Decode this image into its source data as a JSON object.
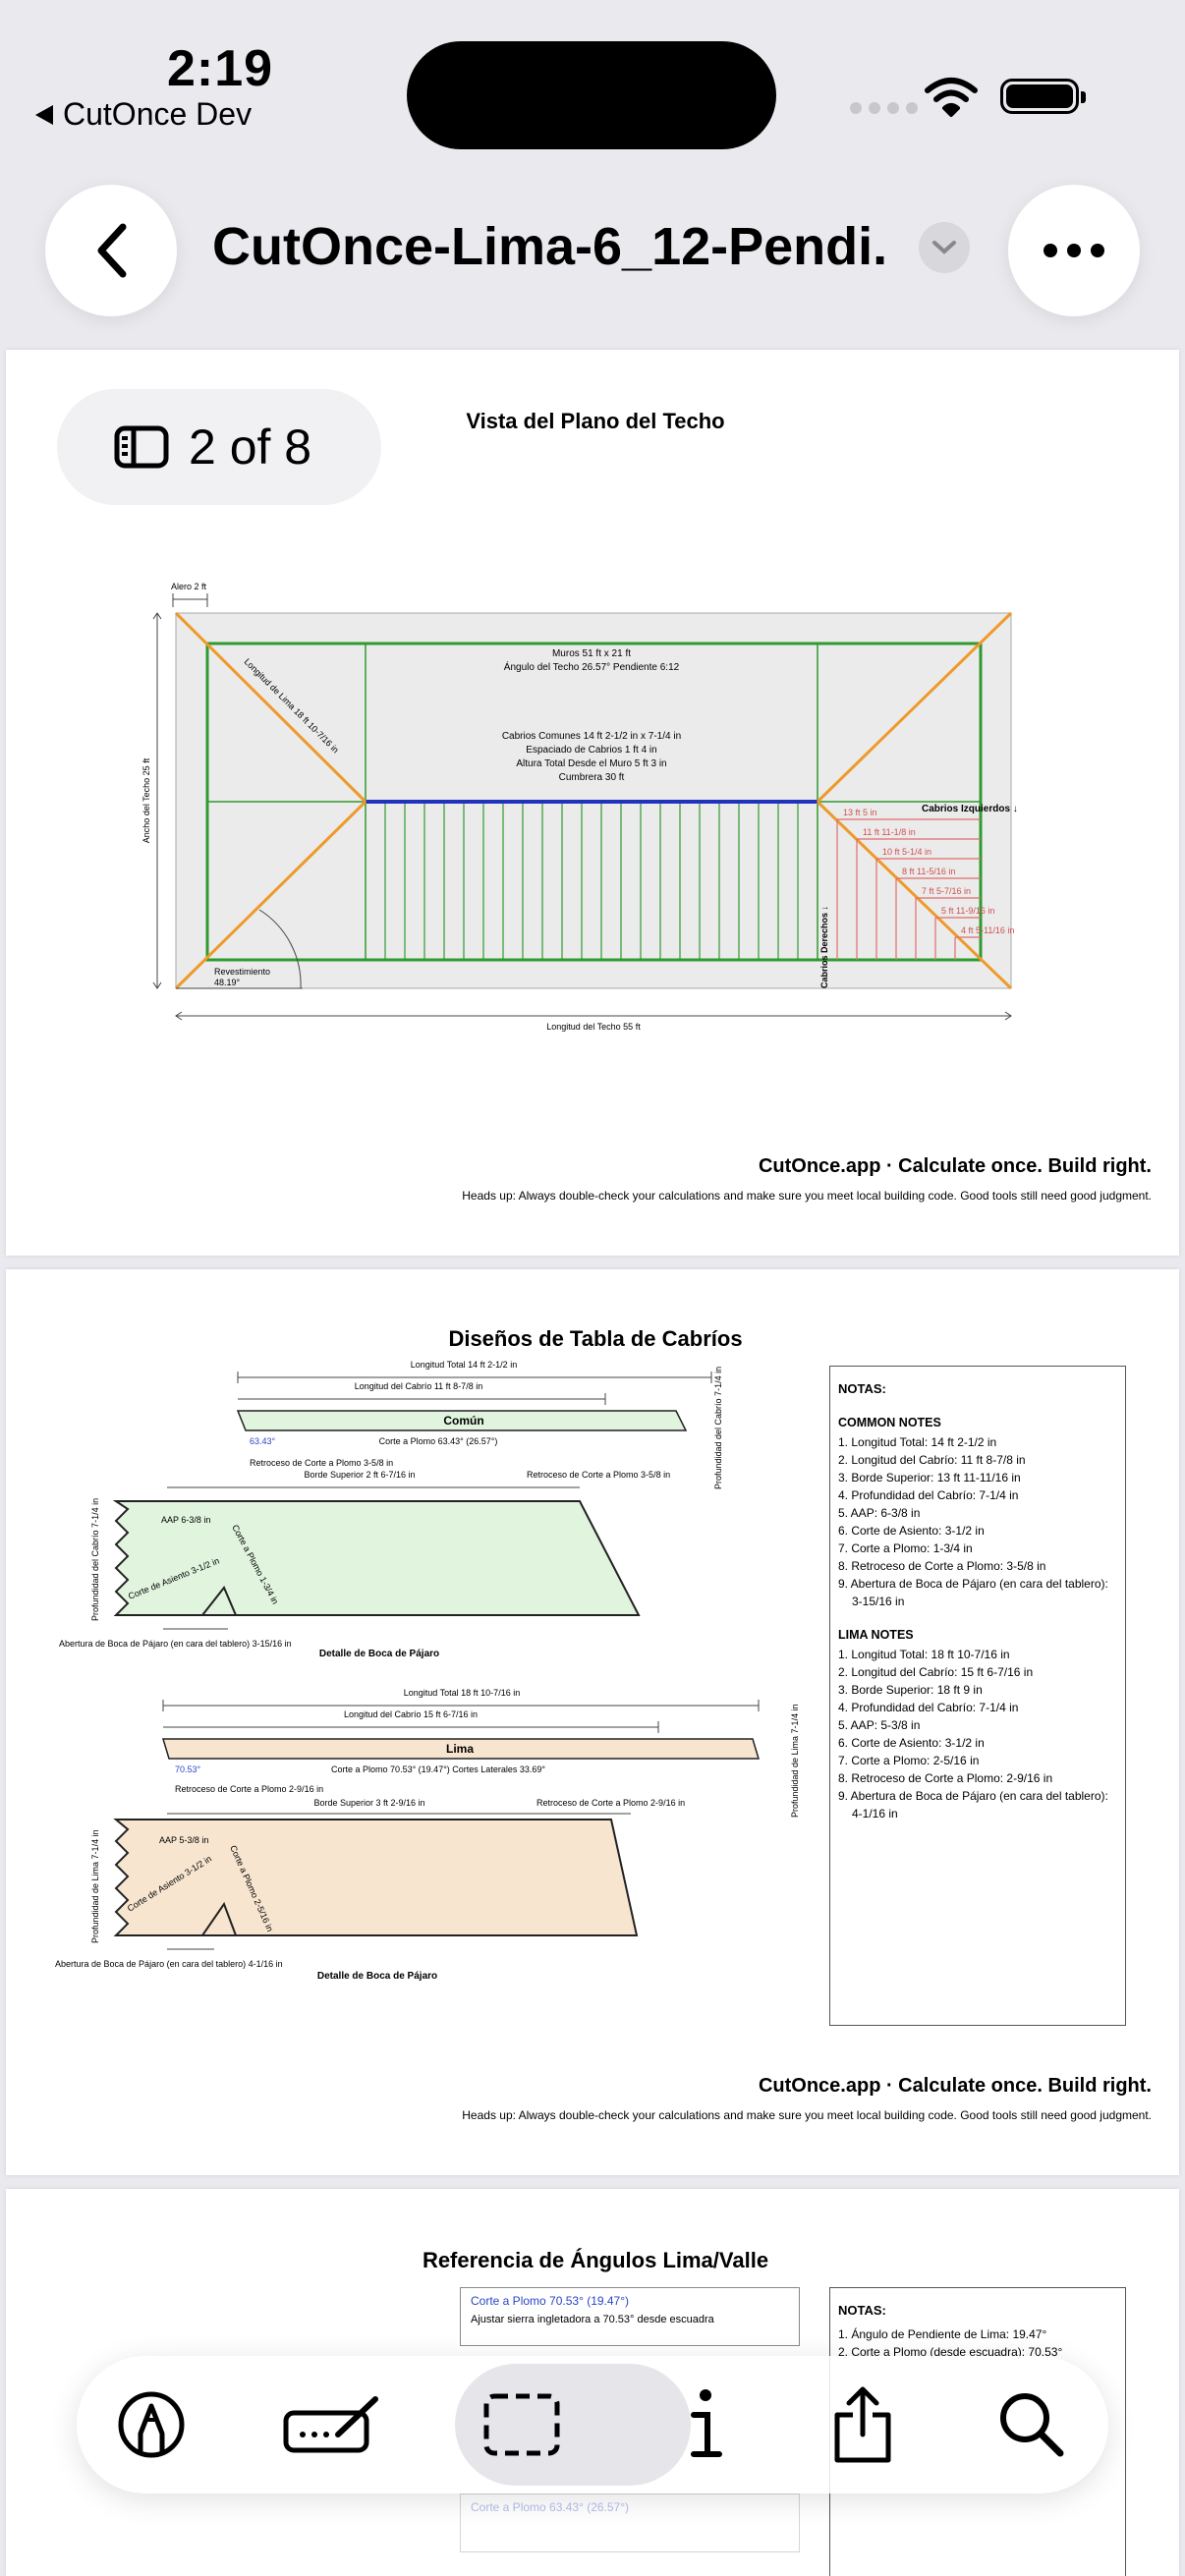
{
  "status": {
    "time": "2:19",
    "back_app": "CutOnce Dev"
  },
  "nav": {
    "title": "CutOnce-Lima-6_12-Pendi..."
  },
  "page_indicator": "2 of 8",
  "page1": {
    "title": "Vista del Plano del Techo",
    "alero": "Alero 2 ft",
    "ancho": "Ancho del Techo 25 ft",
    "longitud": "Longitud del Techo 55 ft",
    "lima_len": "Longitud de Lima 18 ft 10-7/16 in",
    "muros": "Muros 51 ft x 21 ft",
    "angulo": "Ángulo del Techo 26.57°  Pendiente 6:12",
    "cabrios_comunes": "Cabrios Comunes 14 ft 2-1/2 in x 7-1/4 in",
    "espaciado": "Espaciado de Cabrios 1 ft 4 in",
    "altura": "Altura Total Desde el Muro 5 ft 3 in",
    "cumbrera": "Cumbrera 30 ft",
    "revestimiento": "Revestimiento",
    "rev_angle": "48.19°",
    "cabrios_izq": "Cabrios Izquierdos ↓",
    "cabrios_der": "Cabrios Derechos ↓",
    "jack_labels": [
      "13 ft 5 in",
      "11 ft 11-1/8 in",
      "10 ft 5-1/4 in",
      "8 ft 11-5/16 in",
      "7 ft 5-7/16 in",
      "5 ft 11-9/16 in",
      "4 ft 5-11/16 in"
    ]
  },
  "footer": {
    "brand": "CutOnce.app · Calculate once. Build right.",
    "disclaimer": "Heads up: Always double-check your calculations and make sure you meet local building code. Good tools still need good judgment."
  },
  "page2": {
    "title": "Diseños de Tabla de Cabríos",
    "common": {
      "total": "Longitud Total 14 ft 2-1/2 in",
      "rafter": "Longitud del Cabrío 11 ft 8-7/8 in",
      "label": "Común",
      "plumb_angle": "63.43°",
      "plumb": "Corte a Plomo 63.43° (26.57°)",
      "depth": "Profundidad del Cabrío 7-1/4 in",
      "setback": "Retroceso de Corte a Plomo 3-5/8 in",
      "top_edge": "Borde Superior 2 ft 6-7/16 in",
      "setback2": "Retroceso de Corte a Plomo 3-5/8 in",
      "aap": "AAP 6-3/8 in",
      "seat": "Corte de Asiento 3-1/2 in",
      "plumb_cut": "Corte a Plomo 1-3/4 in",
      "depth2": "Profundidad del Cabrío 7-1/4 in",
      "birdsmouth": "Abertura de Boca de Pájaro (en cara del tablero) 3-15/16 in",
      "detail": "Detalle de Boca de Pájaro"
    },
    "hip": {
      "total": "Longitud Total 18 ft 10-7/16 in",
      "rafter": "Longitud del Cabrío 15 ft 6-7/16 in",
      "label": "Lima",
      "plumb_angle": "70.53°",
      "plumb": "Corte a Plomo 70.53° (19.47°) Cortes Laterales 33.69°",
      "depth": "Profundidad de Lima 7-1/4 in",
      "setback": "Retroceso de Corte a Plomo 2-9/16 in",
      "top_edge": "Borde Superior 3 ft 2-9/16 in",
      "setback2": "Retroceso de Corte a Plomo 2-9/16 in",
      "aap": "AAP 5-3/8 in",
      "seat": "Corte de Asiento 3-1/2 in",
      "plumb_cut": "Corte a Plomo 2-5/16 in",
      "depth2": "Profundidad de Lima 7-1/4 in",
      "birdsmouth": "Abertura de Boca de Pájaro (en cara del tablero) 4-1/16 in",
      "detail": "Detalle de Boca de Pájaro"
    },
    "notes": {
      "heading": "NOTAS:",
      "common_heading": "COMMON NOTES",
      "common_items": [
        "1. Longitud Total: 14 ft 2-1/2 in",
        "2. Longitud del Cabrío: 11 ft 8-7/8 in",
        "3. Borde Superior: 13 ft 11-11/16 in",
        "4. Profundidad del Cabrío: 7-1/4 in",
        "5. AAP: 6-3/8 in",
        "6. Corte de Asiento: 3-1/2 in",
        "7. Corte a Plomo: 1-3/4 in",
        "8. Retroceso de Corte a Plomo: 3-5/8 in",
        "9. Abertura de Boca de Pájaro (en cara del tablero): 3-15/16 in"
      ],
      "lima_heading": "LIMA NOTES",
      "lima_items": [
        "1. Longitud Total: 18 ft 10-7/16 in",
        "2. Longitud del Cabrío: 15 ft 6-7/16 in",
        "3. Borde Superior: 18 ft 9 in",
        "4. Profundidad del Cabrío: 7-1/4 in",
        "5. AAP: 5-3/8 in",
        "6. Corte de Asiento: 3-1/2 in",
        "7. Corte a Plomo: 2-5/16 in",
        "8. Retroceso de Corte a Plomo: 2-9/16 in",
        "9. Abertura de Boca de Pájaro (en cara del tablero): 4-1/16 in"
      ]
    }
  },
  "page3": {
    "title": "Referencia de Ángulos Lima/Valle",
    "box1_angle": "Corte a Plomo 70.53° (19.47°)",
    "box1_desc": "Ajustar sierra ingletadora a 70.53° desde escuadra",
    "notes_heading": "NOTAS:",
    "notes_items": [
      "1. Ángulo de Pendiente de Lima: 19.47°",
      "2. Corte a Plomo (desde escuadra): 70.53°"
    ],
    "box4_angle": "Corte a Plomo 63.43° (26.57°)"
  },
  "toolbar": {
    "icons": [
      "markup-icon",
      "form-fill-icon",
      "select-region-icon",
      "info-icon",
      "share-icon",
      "search-icon"
    ]
  }
}
